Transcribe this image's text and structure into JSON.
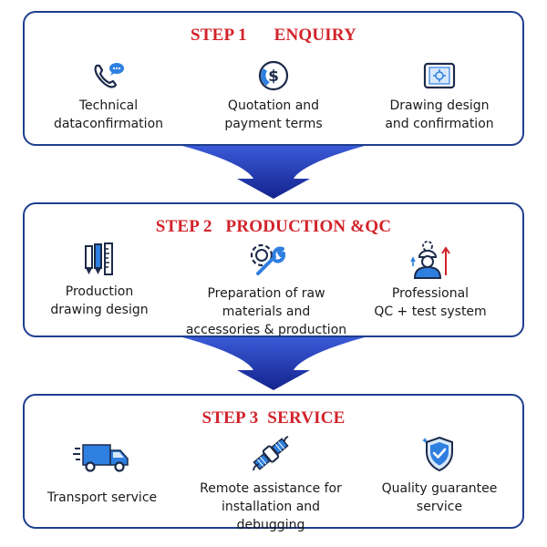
{
  "steps": [
    {
      "title": "STEP 1      ENQUIRY",
      "items": [
        {
          "icon": "phone-chat-icon",
          "label": "Technical\ndataconfirmation"
        },
        {
          "icon": "dollar-coin-icon",
          "label": "Quotation and\npayment terms"
        },
        {
          "icon": "tablet-design-icon",
          "label": "Drawing design\nand confirmation"
        }
      ]
    },
    {
      "title": "STEP 2   PRODUCTION &QC",
      "items": [
        {
          "icon": "pencils-ruler-icon",
          "label": "Production\ndrawing design"
        },
        {
          "icon": "gear-wrench-icon",
          "label": "Preparation of raw\nmaterials and\naccessories & production"
        },
        {
          "icon": "engineer-worker-icon",
          "label": "Professional\nQC + test system"
        }
      ]
    },
    {
      "title": "STEP 3  SERVICE",
      "items": [
        {
          "icon": "delivery-truck-icon",
          "label": "Transport service"
        },
        {
          "icon": "satellite-icon",
          "label": "Remote assistance for\ninstallation and debugging"
        },
        {
          "icon": "shield-check-icon",
          "label": "Quality guarantee\nservice"
        }
      ]
    }
  ],
  "colors": {
    "title": "#d2232a",
    "border": "#1e3f8f",
    "arrow": "#1b2fa8",
    "icon_dark": "#1c2a4a",
    "icon_blue": "#2f7fe0"
  }
}
